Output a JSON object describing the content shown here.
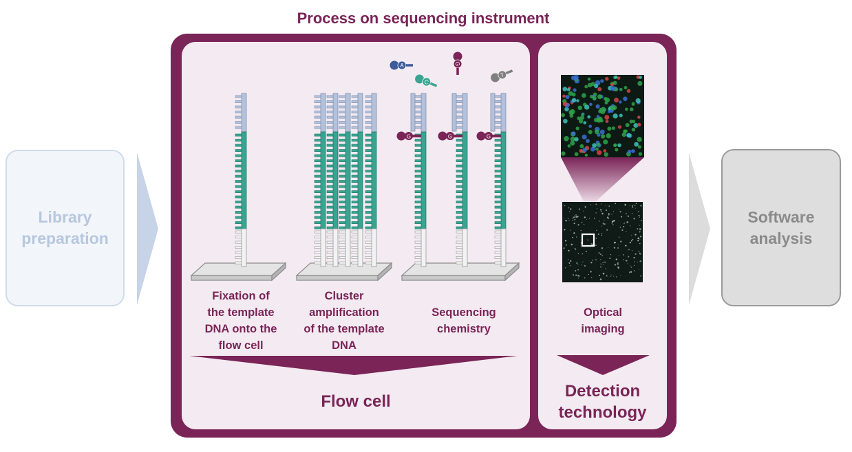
{
  "title": "Process on sequencing instrument",
  "library": "Library\npreparation",
  "software": "Software\nanalysis",
  "steps": [
    "Fixation of\nthe template\nDNA onto the\nflow cell",
    "Cluster\namplification\nof the template\nDNA",
    "Sequencing\nchemistry",
    "Optical\nimaging"
  ],
  "flow_cell": "Flow cell",
  "detection": "Detection\ntechnology",
  "nucleotide_tags": [
    "A",
    "C",
    "G",
    "T"
  ],
  "colors": {
    "brand": "#7a2457",
    "panel": "#f3ebf1",
    "library_blue": "#b7c7dd",
    "software_gray": "#8a8a8a",
    "teal_strand": "#3aa491",
    "blue_strand": "#b3c1db",
    "fluor_A": "#3d5c99",
    "fluor_C": "#3aa491",
    "fluor_G": "#7a2457",
    "fluor_T": "#7f7f7f"
  }
}
